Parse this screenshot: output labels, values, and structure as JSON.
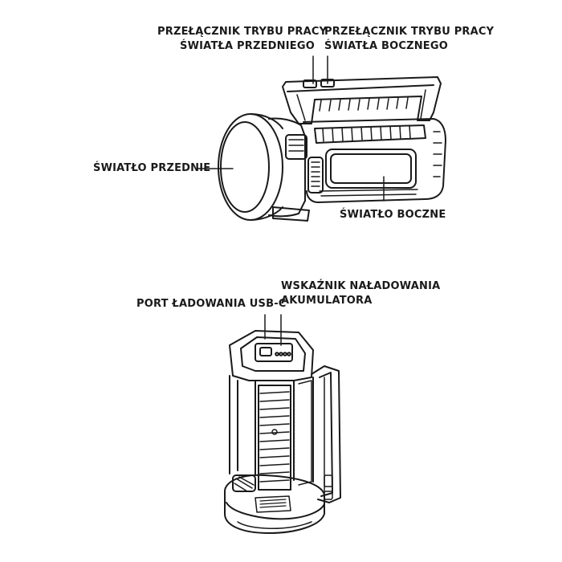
{
  "top_figure": {
    "label_front_mode_switch": {
      "line1": "PRZEŁĄCZNIK TRYBU PRACY",
      "line2": "ŚWIATŁA PRZEDNIEGO"
    },
    "label_side_mode_switch": {
      "line1": "PRZEŁĄCZNIK TRYBU PRACY",
      "line2": "ŚWIATŁA BOCZNEGO"
    },
    "label_front_light": "ŚWIATŁO PRZEDNIE",
    "label_side_light": "ŚWIATŁO BOCZNE"
  },
  "bottom_figure": {
    "label_usb_port": "PORT ŁADOWANIA USB-C",
    "label_battery_indicator": {
      "line1": "WSKAŹNIK NAŁADOWANIA",
      "line2": "AKUMULATORA"
    }
  },
  "colors": {
    "line": "#1a1a1a",
    "fill": "#ffffff",
    "text": "#1a1a1a"
  }
}
